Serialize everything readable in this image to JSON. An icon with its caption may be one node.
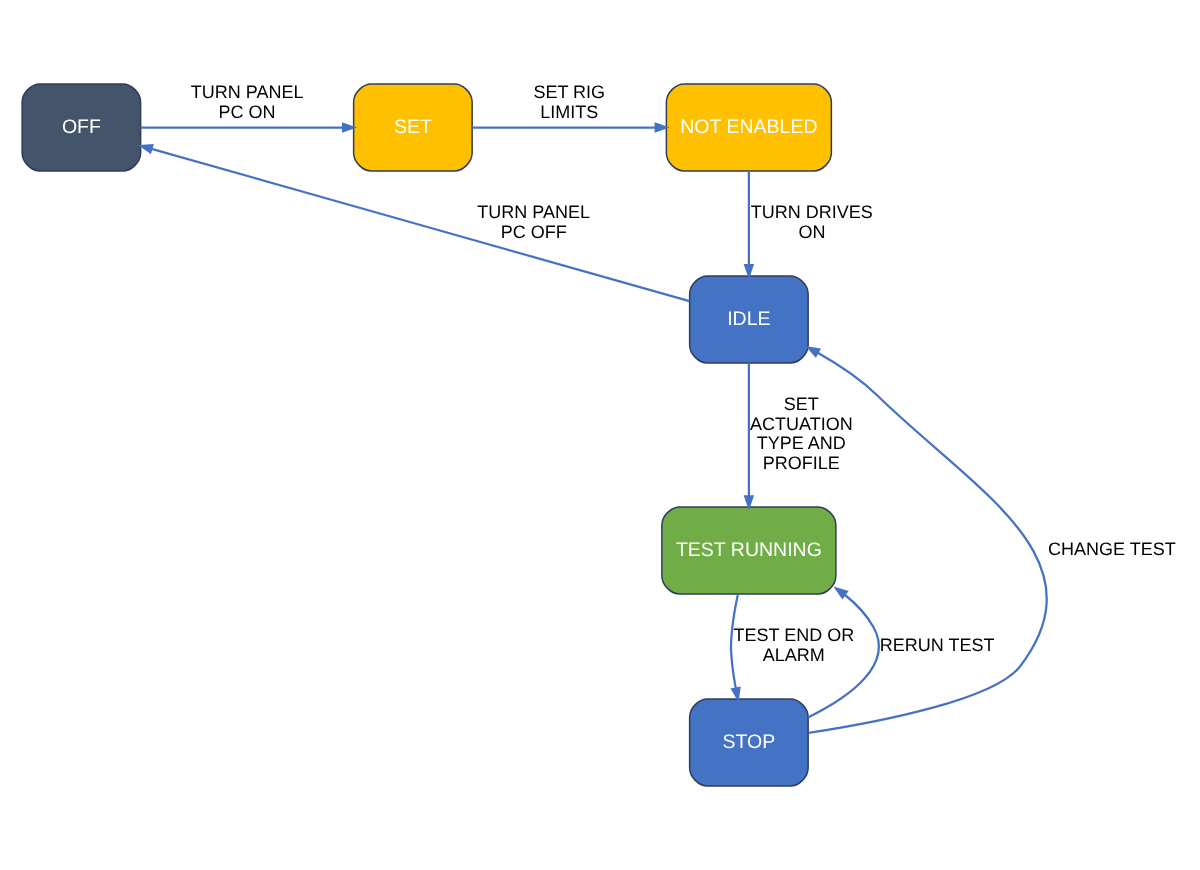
{
  "diagram": {
    "nodes": [
      {
        "text": [
          "OFF"
        ]
      },
      {
        "text": [
          "SET"
        ]
      },
      {
        "text": [
          "NOT ENABLED"
        ]
      },
      {
        "text": [
          "IDLE"
        ]
      },
      {
        "text": [
          "TEST RUNNING"
        ]
      },
      {
        "text": [
          "STOP"
        ]
      }
    ],
    "edges": [
      {
        "from": 0,
        "to": 1,
        "arrow": "to",
        "label": "TURN PANEL PC ON"
      },
      {
        "from": 1,
        "to": 2,
        "arrow": "to",
        "label": "SET RIG LIMITS"
      },
      {
        "from": 2,
        "to": 3,
        "arrow": "to",
        "label": "TURN DRIVES ON"
      },
      {
        "from": 3,
        "to": 0,
        "arrow": "to",
        "label": "TURN PANEL PC OFF"
      },
      {
        "from": 3,
        "to": 4,
        "arrow": "to",
        "label": "SET ACTUATION TYPE AND PROFILE"
      },
      {
        "from": 4,
        "to": 5,
        "arrow": "to",
        "label": "TEST END OR ALARM"
      },
      {
        "from": 5,
        "to": 4,
        "arrow": "to",
        "label": "RERUN TEST"
      },
      {
        "from": 5,
        "to": 3,
        "arrow": "to",
        "label": "CHANGE TEST"
      }
    ]
  }
}
